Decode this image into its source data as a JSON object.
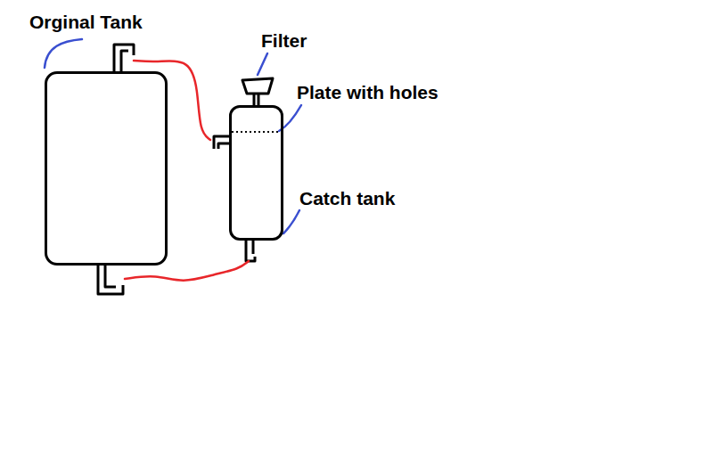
{
  "diagram": {
    "nodes": [
      {
        "text": [
          "Orginal Tank"
        ]
      },
      {
        "text": [
          "Catch tank"
        ]
      }
    ],
    "edges": [
      {
        "from": 0,
        "to": 1,
        "arrow": "none"
      },
      {
        "from": 0,
        "to": 1,
        "arrow": "none"
      }
    ],
    "labels": [
      "Filter",
      "Plate with holes"
    ]
  }
}
